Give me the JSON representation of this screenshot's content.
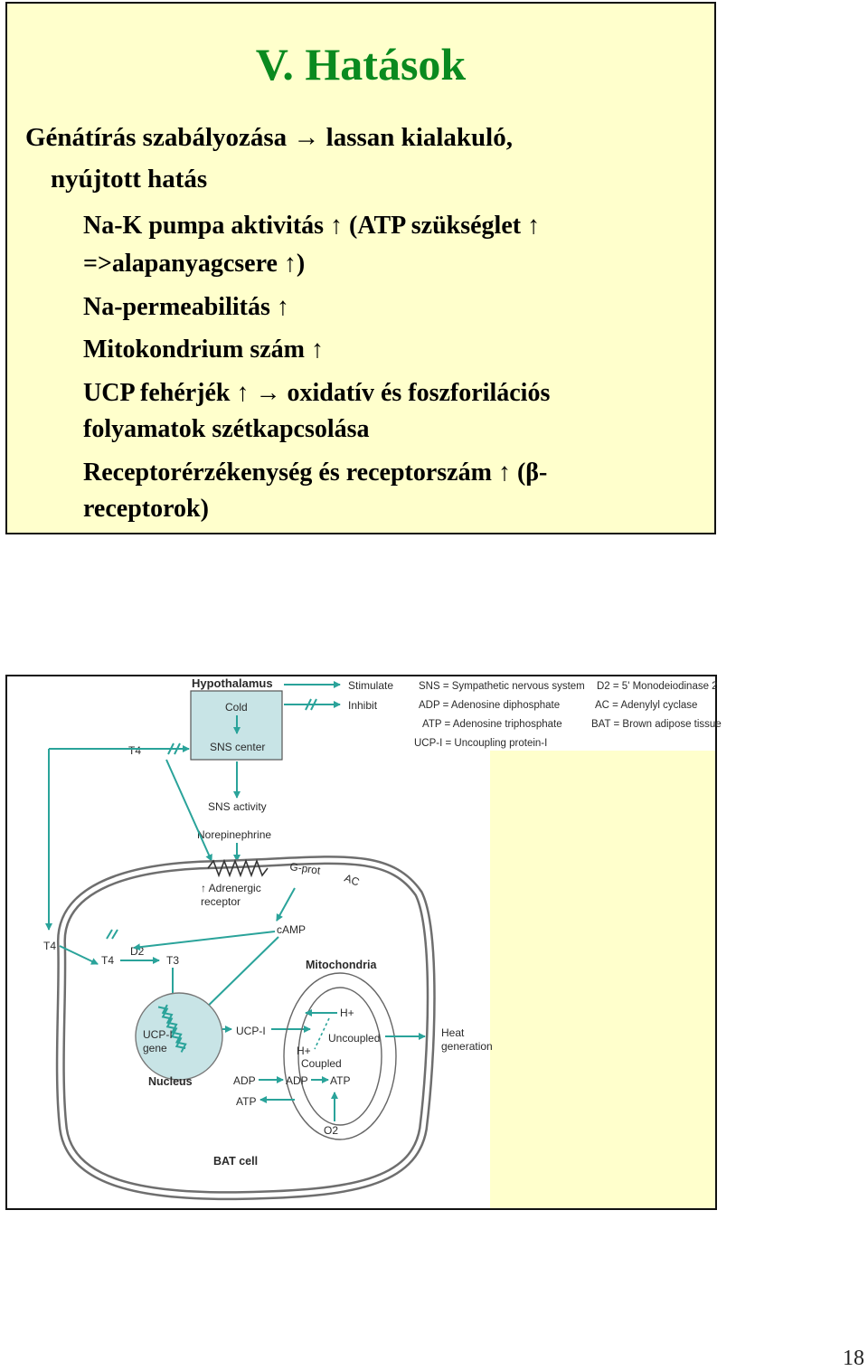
{
  "slide1": {
    "title": "V. Hatások",
    "lines": [
      "Génátírás szabályozása → lassan kialakuló,",
      "nyújtott hatás",
      "Na-K pumpa aktivitás ↑ (ATP szükséglet ↑",
      "=>alapanyagcsere ↑)",
      "Na-permeabilitás ↑",
      "Mitokondrium szám ↑",
      "UCP fehérjék ↑ → oxidatív és foszforilációs",
      "folyamatok szétkapcsolása",
      "Receptorérzékenység és receptorszám ↑ (β-",
      "receptorok)"
    ]
  },
  "diagram": {
    "hypothalamus": "Hypothalamus",
    "cold": "Cold",
    "sns_center": "SNS center",
    "stimulate": "Stimulate",
    "inhibit": "Inhibit",
    "legend": [
      "SNS = Sympathetic nervous system",
      "ADP = Adenosine diphosphate",
      "ATP = Adenosine triphosphate",
      "UCP-I = Uncoupling protein-I",
      "D2 = 5' Monodeiodinase 2",
      "AC = Adenylyl cyclase",
      "BAT = Brown adipose tissue"
    ],
    "t4_top": "T4",
    "sns_activity": "SNS activity",
    "norepinephrine": "Norepinephrine",
    "g_prot": "G-prot",
    "ac": "AC",
    "adrenergic_receptor": "↑ Adrenergic\nreceptor",
    "camp": "cAMP",
    "t4_left": "T4",
    "t4_inner": "T4",
    "d2": "D2",
    "t3": "T3",
    "mitochondria": "Mitochondria",
    "ucp_gene": "UCP-I\ngene",
    "nucleus": "Nucleus",
    "ucp_protein": "UCP-I",
    "h_plus_top": "H+",
    "uncoupled": "Uncoupled",
    "h_plus_mid": "H+",
    "coupled": "Coupled",
    "heat_generation": "Heat\ngeneration",
    "adp_left": "ADP",
    "adp_mid": "ADP",
    "atp_mid": "ATP",
    "atp_left": "ATP",
    "o2": "O2",
    "bat_cell": "BAT cell"
  },
  "page_number": "18",
  "colors": {
    "title": "#0a8a1f",
    "slide_bg": "#ffffcc",
    "arrow": "#2aa39a",
    "hypothalamus_box": "#c8e4e6"
  }
}
